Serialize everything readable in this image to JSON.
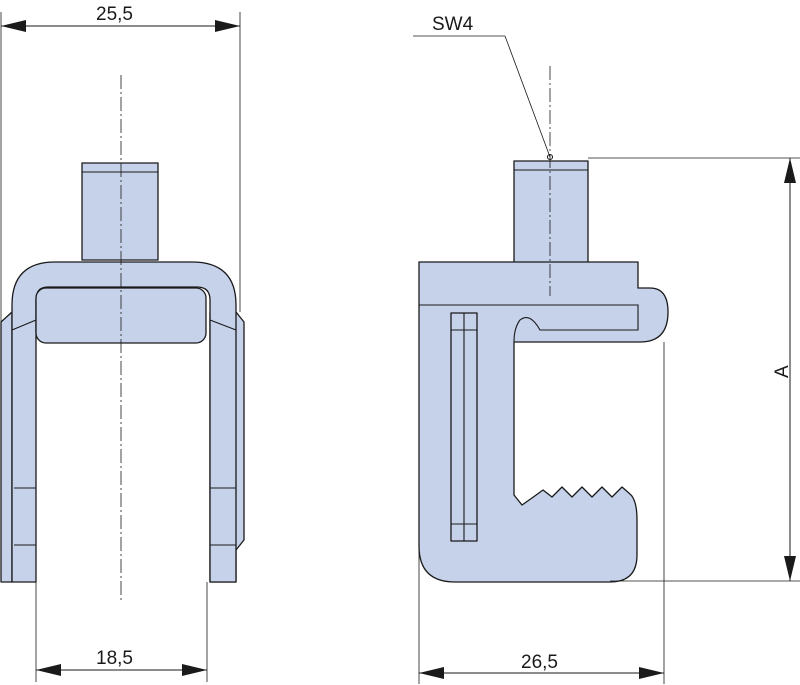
{
  "colors": {
    "part_fill": "#c5d2ea",
    "line": "#1a1a1a"
  },
  "dimensions": {
    "top_width": "25,5",
    "bottom_width_left": "18,5",
    "bottom_width_right": "26,5",
    "height": "A",
    "wrench_size": "SW4"
  }
}
